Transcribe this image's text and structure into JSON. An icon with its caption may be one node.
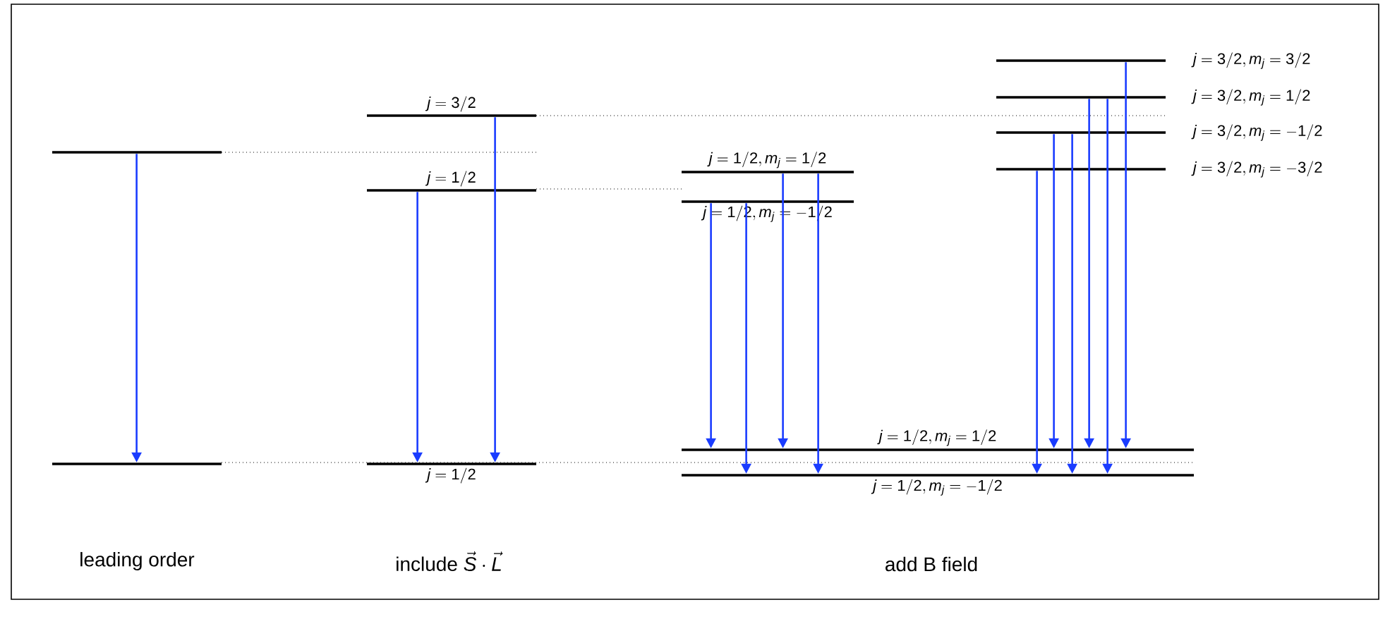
{
  "diagram": {
    "nodes": [
      {
        "text": [],
        "shape": "bar"
      },
      {
        "text": [],
        "shape": "bar"
      },
      {
        "text": [
          "j = 3/2"
        ]
      },
      {
        "text": [
          "j = 1/2"
        ]
      },
      {
        "text": [
          "j = 1/2"
        ]
      },
      {
        "text": [
          "j = 1/2, m_j = 1/2"
        ]
      },
      {
        "text": [
          "j = 1/2, m_j = -1/2"
        ]
      },
      {
        "text": [
          "j = 3/2, m_j = 3/2"
        ]
      },
      {
        "text": [
          "j = 3/2, m_j = 1/2"
        ]
      },
      {
        "text": [
          "j = 3/2, m_j = -1/2"
        ]
      },
      {
        "text": [
          "j = 3/2, m_j = -3/2"
        ]
      },
      {
        "text": [
          "j = 1/2, m_j = 1/2"
        ]
      },
      {
        "text": [
          "j = 1/2, m_j = -1/2"
        ]
      }
    ],
    "edges": [
      {
        "from": 0,
        "to": 1,
        "arrow": "to"
      },
      {
        "from": 3,
        "to": 4,
        "arrow": "to"
      },
      {
        "from": 2,
        "to": 4,
        "arrow": "to"
      },
      {
        "from": 6,
        "to": 11,
        "arrow": "to"
      },
      {
        "from": 6,
        "to": 12,
        "arrow": "to"
      },
      {
        "from": 5,
        "to": 11,
        "arrow": "to"
      },
      {
        "from": 5,
        "to": 12,
        "arrow": "to"
      },
      {
        "from": 10,
        "to": 12,
        "arrow": "to"
      },
      {
        "from": 9,
        "to": 11,
        "arrow": "to"
      },
      {
        "from": 9,
        "to": 12,
        "arrow": "to"
      },
      {
        "from": 8,
        "to": 11,
        "arrow": "to"
      },
      {
        "from": 8,
        "to": 12,
        "arrow": "to"
      },
      {
        "from": 7,
        "to": 11,
        "arrow": "to"
      }
    ],
    "labels": [
      "leading order",
      "\\text{include }\\vec{S}\\cdot\\vec{L}",
      "add B field"
    ]
  }
}
